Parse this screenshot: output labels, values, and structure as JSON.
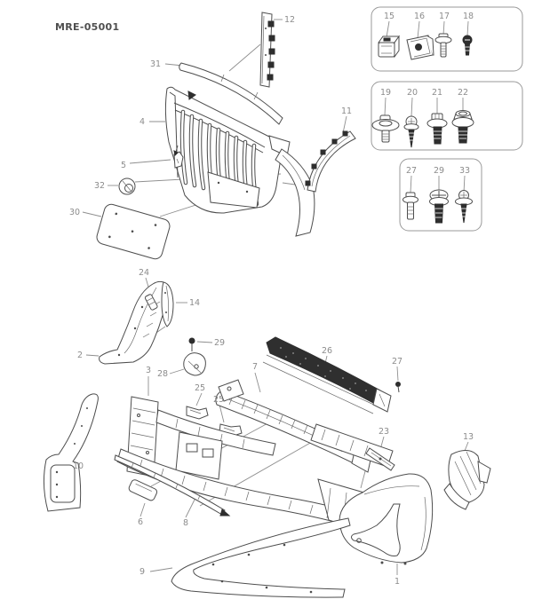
{
  "title": "MRE-05001",
  "colors": {
    "background": "#ffffff",
    "part_line": "#4d4d4d",
    "dark_fill": "#2e2e2e",
    "label_text": "#8c8c8c",
    "panel_border": "#9a9a9a",
    "title_text": "#4f4f4f"
  },
  "callouts": {
    "c1": "1",
    "c2": "2",
    "c3": "3",
    "c4": "4",
    "c5": "5",
    "c6": "6",
    "c7": "7",
    "c8": "8",
    "c9": "9",
    "c10": "10",
    "c11": "11",
    "c12": "12",
    "c13": "13",
    "c14": "14",
    "c23": "23",
    "c24": "24",
    "c25a": "25",
    "c25b": "25",
    "c26": "26",
    "c27": "27",
    "c28": "28",
    "c29": "29",
    "c30": "30",
    "c31": "31",
    "c32": "32"
  },
  "hardware_panels": [
    {
      "name": "clips-and-bolts",
      "items": [
        {
          "num": "15",
          "icon": "clip-nut-icon"
        },
        {
          "num": "16",
          "icon": "j-clip-icon"
        },
        {
          "num": "17",
          "icon": "washer-bolt-icon"
        },
        {
          "num": "18",
          "icon": "round-screw-icon"
        }
      ]
    },
    {
      "name": "flange-bolts",
      "items": [
        {
          "num": "19",
          "icon": "large-washer-bolt-icon"
        },
        {
          "num": "20",
          "icon": "tapping-screw-icon"
        },
        {
          "num": "21",
          "icon": "hex-washer-bolt-icon"
        },
        {
          "num": "22",
          "icon": "flange-hex-bolt-icon"
        }
      ]
    },
    {
      "name": "screws",
      "items": [
        {
          "num": "27",
          "icon": "hex-bolt-icon"
        },
        {
          "num": "29",
          "icon": "dome-flange-bolt-icon"
        },
        {
          "num": "33",
          "icon": "washer-tapping-screw-icon"
        }
      ]
    }
  ]
}
